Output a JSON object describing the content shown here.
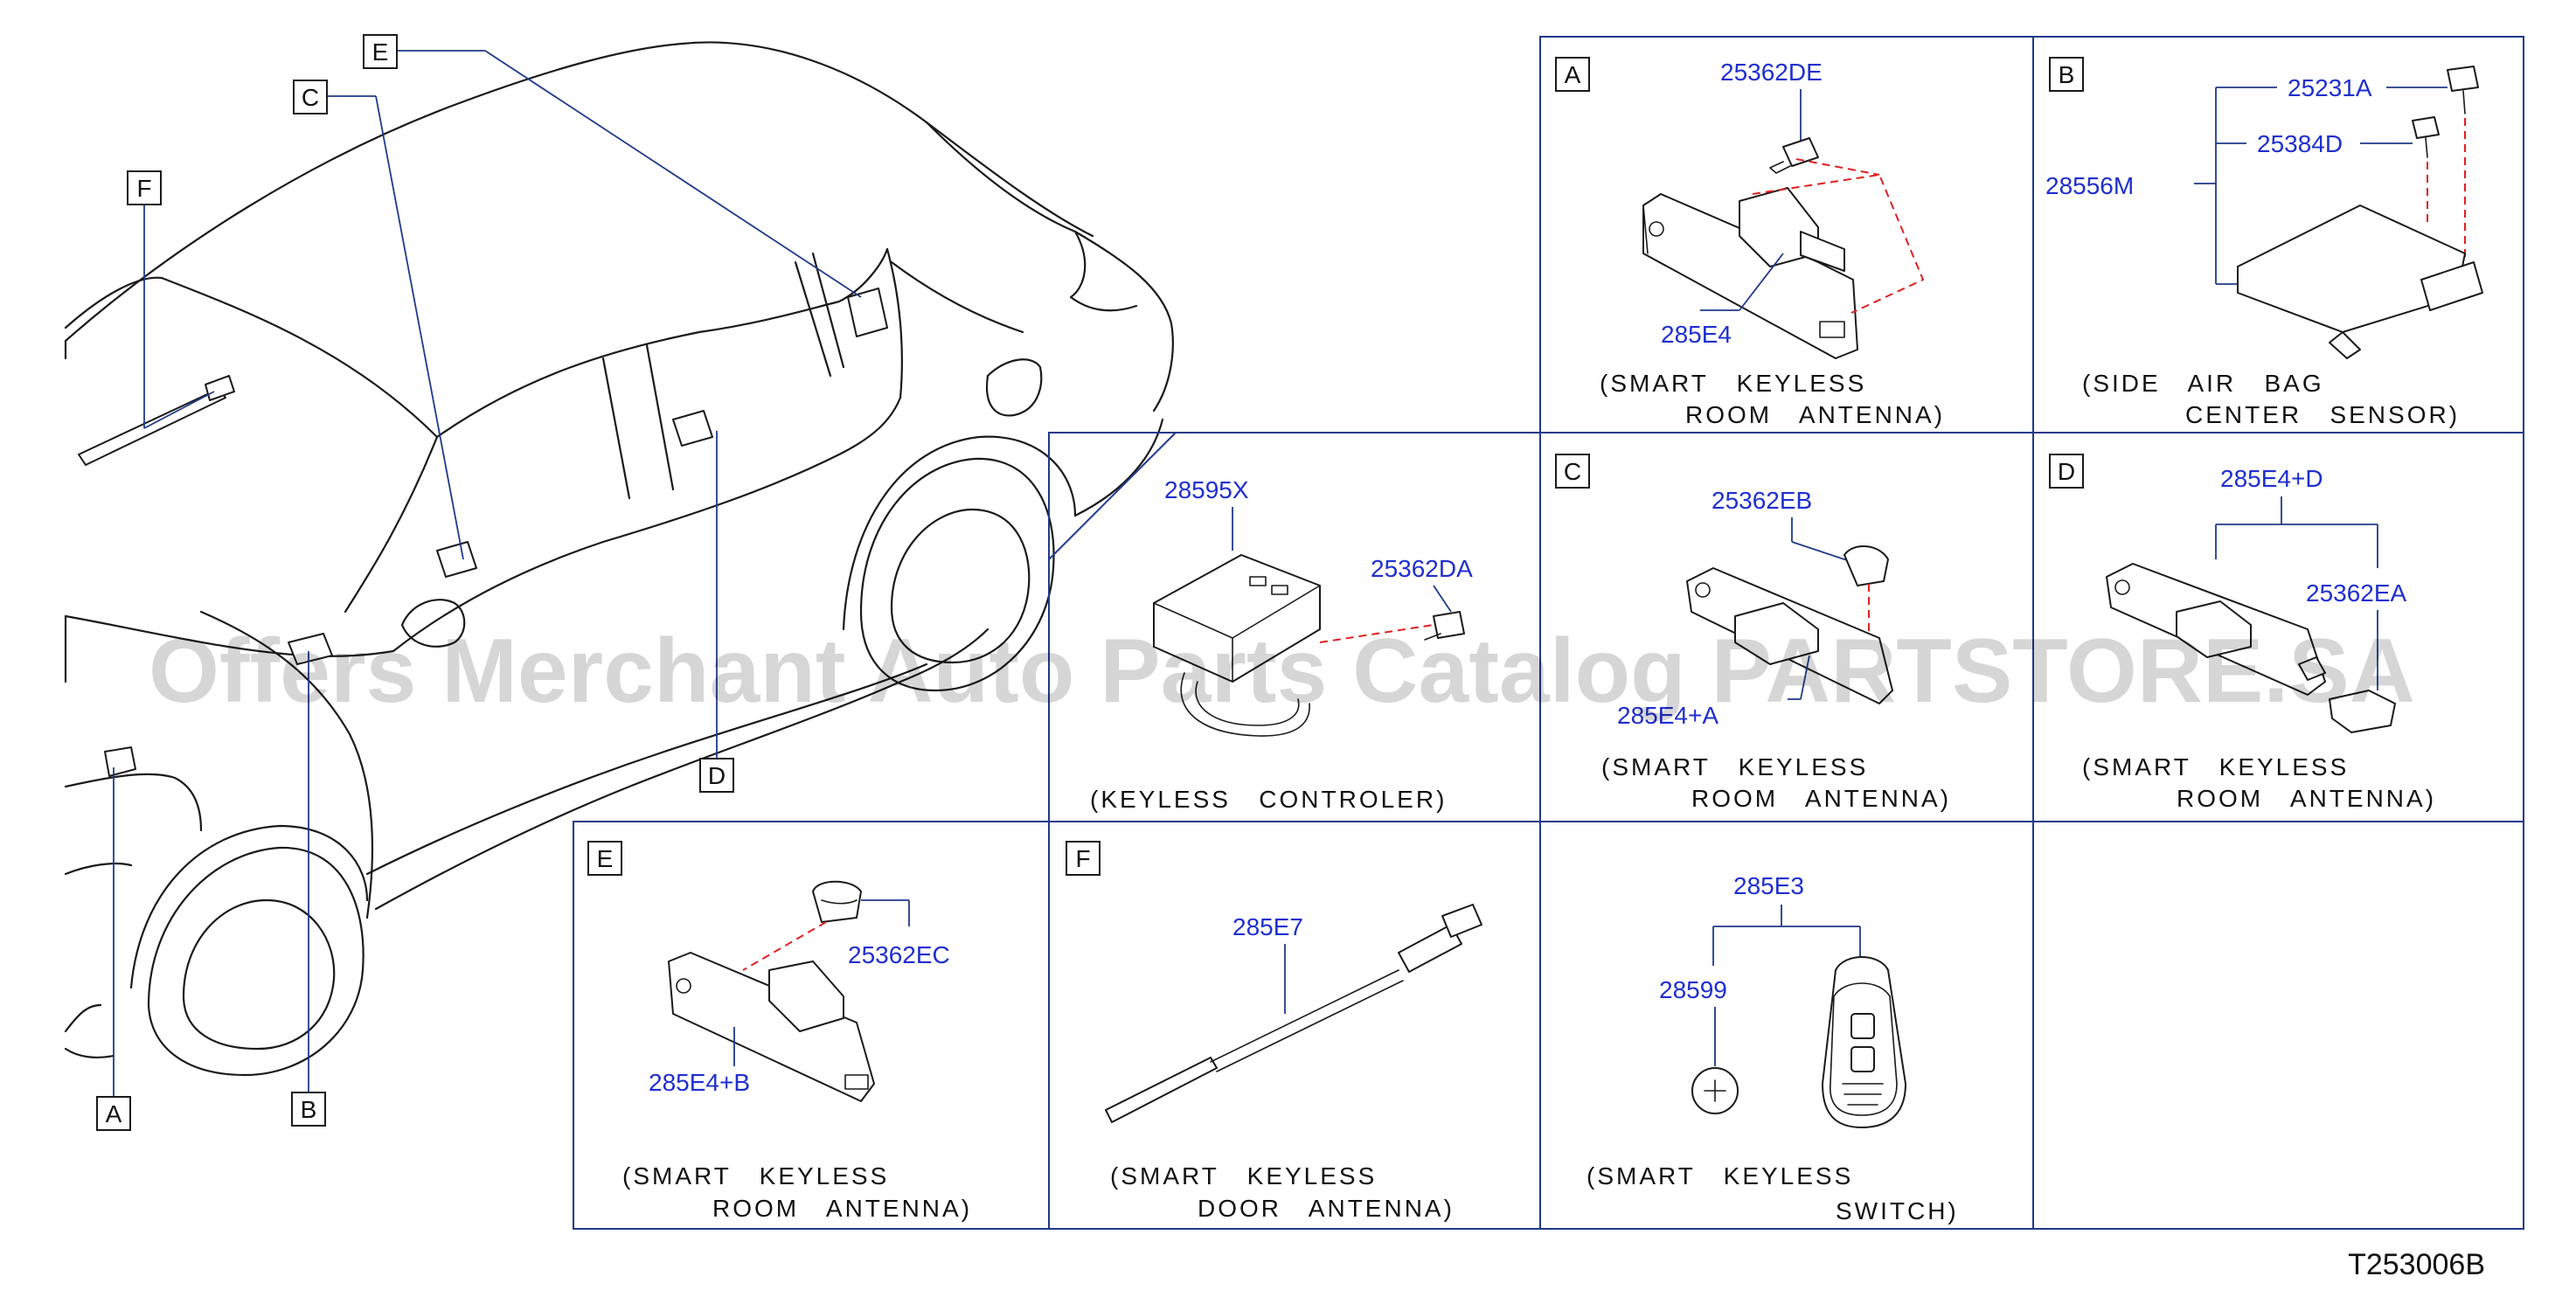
{
  "watermark": "Offers Merchant Auto Parts Catalog PARTSTORE.SA",
  "diagram_ref": "T253006B",
  "callouts": [
    "A",
    "B",
    "C",
    "D",
    "E",
    "F"
  ],
  "panels": {
    "A": {
      "letter": "A",
      "parts": [
        "25362DE",
        "285E4"
      ],
      "caption": [
        "(SMART   KEYLESS",
        "ROOM   ANTENNA)"
      ]
    },
    "B": {
      "letter": "B",
      "parts": [
        "25231A",
        "25384D",
        "28556M"
      ],
      "caption": [
        "(SIDE   AIR   BAG",
        "CENTER   SENSOR)"
      ]
    },
    "K": {
      "parts": [
        "28595X",
        "25362DA"
      ],
      "caption": [
        "(KEYLESS   CONTROLER)"
      ]
    },
    "C": {
      "letter": "C",
      "parts": [
        "25362EB",
        "285E4+A"
      ],
      "caption": [
        "(SMART   KEYLESS",
        "ROOM   ANTENNA)"
      ]
    },
    "D": {
      "letter": "D",
      "parts": [
        "285E4+D",
        "25362EA"
      ],
      "caption": [
        "(SMART   KEYLESS",
        "ROOM   ANTENNA)"
      ]
    },
    "E": {
      "letter": "E",
      "parts": [
        "25362EC",
        "285E4+B"
      ],
      "caption": [
        "(SMART   KEYLESS",
        "ROOM   ANTENNA)"
      ]
    },
    "F": {
      "letter": "F",
      "parts": [
        "285E7"
      ],
      "caption": [
        "(SMART   KEYLESS",
        "DOOR   ANTENNA)"
      ]
    },
    "S": {
      "parts": [
        "285E3",
        "28599"
      ],
      "caption": [
        "(SMART   KEYLESS",
        "SWITCH)"
      ]
    }
  }
}
